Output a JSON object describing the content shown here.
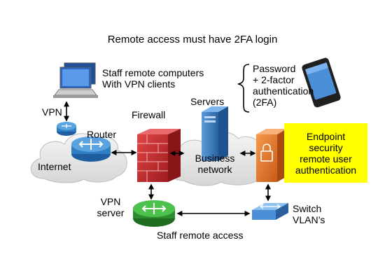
{
  "title": "Remote access must have 2FA login",
  "labels": {
    "staff_computers": "Staff remote computers\nWith VPN clients",
    "password_2fa": "Password\n+ 2-factor\nauthentication\n(2FA)",
    "vpn": "VPN",
    "servers": "Servers",
    "firewall": "Firewall",
    "router": "Router",
    "internet": "Internet",
    "business_network": "Business\nnetwork",
    "endpoint_security": "Endpoint\nsecurity\nremote user\nauthentication",
    "vpn_server": "VPN\nserver",
    "switch": "Switch\nVLAN’s",
    "staff_remote_access": "Staff remote access"
  },
  "colors": {
    "endpoint_highlight": "#ffff00",
    "firewall": "#c8282d",
    "router": "#2f7fc4",
    "vpn_server": "#3aa33a",
    "switch": "#4a8fd6",
    "endpoint_device": "#e8762b",
    "server": "#3d7fc2"
  },
  "icons": [
    "laptop-icon",
    "smartphone-icon",
    "router-icon",
    "firewall-icon",
    "server-icon",
    "vpn-server-icon",
    "switch-icon",
    "endpoint-device-icon",
    "cloud-icon"
  ]
}
